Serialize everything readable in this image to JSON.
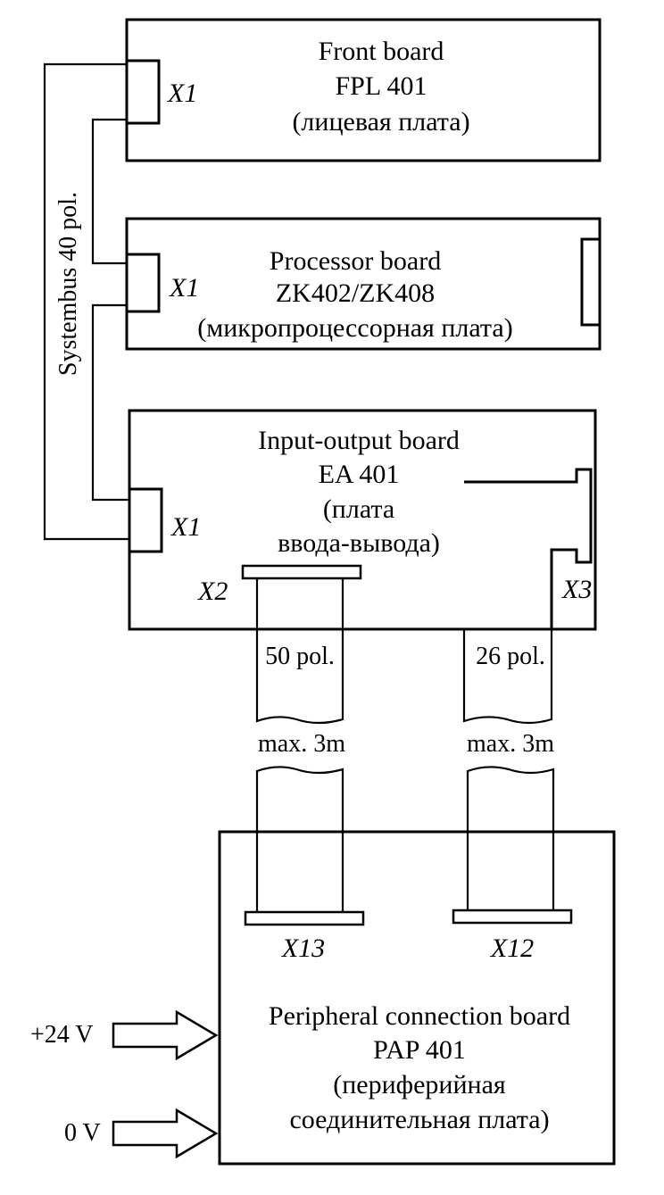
{
  "boards": {
    "front": {
      "line1": "Front board",
      "line2": "FPL 401",
      "line3": "(лицевая плата)",
      "connector": "X1"
    },
    "processor": {
      "line1": "Processor board",
      "line2": "ZK402/ZK408",
      "line3": "(микропроцессорная плата)",
      "connector": "X1"
    },
    "io": {
      "line1": "Input-output board",
      "line2": "EA 401",
      "line3": "(плата",
      "line4": "ввода-вывода)",
      "connector_x1": "X1",
      "connector_x2": "X2",
      "connector_x3": "X3"
    },
    "peripheral": {
      "line1": "Peripheral connection board",
      "line2": "PAP 401",
      "line3": "(периферийная",
      "line4": "соединительная плата)",
      "connector_x13": "X13",
      "connector_x12": "X12"
    }
  },
  "bus": {
    "label": "Systembus 40 pol."
  },
  "cables": {
    "left": {
      "pins": "50 pol.",
      "length": "max. 3m"
    },
    "right": {
      "pins": "26 pol.",
      "length": "max. 3m"
    }
  },
  "power": {
    "plus": "+24 V",
    "zero": "0 V"
  }
}
